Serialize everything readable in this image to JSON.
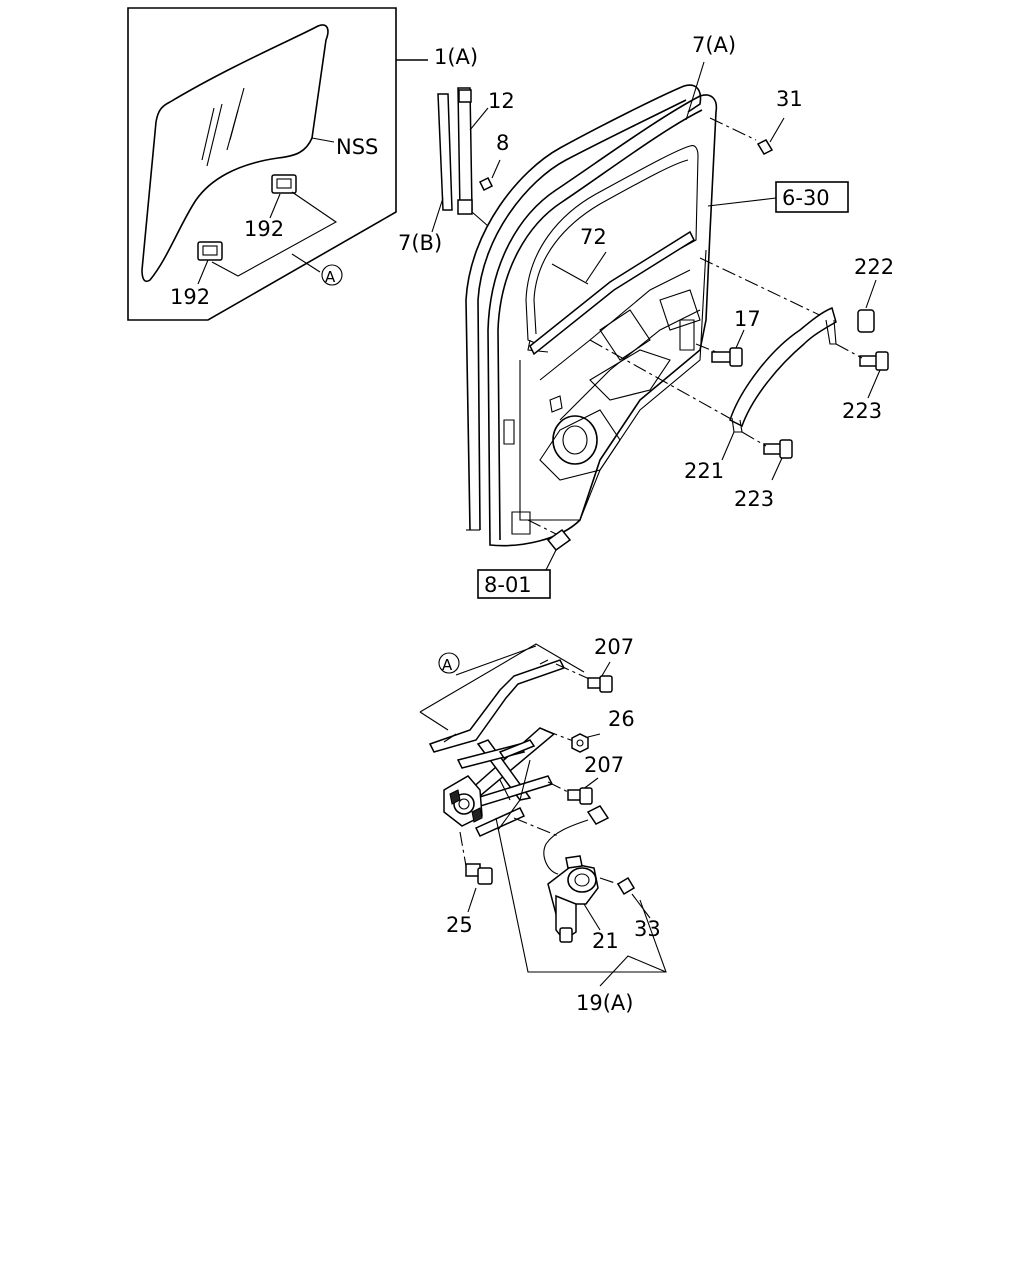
{
  "callouts": {
    "glass_assembly": "1(A)",
    "nss": "NSS",
    "clip_upper": "192",
    "clip_lower": "192",
    "ref_a_top": "A",
    "ref_a_regulator": "A",
    "channel_12": "12",
    "clip_8": "8",
    "run_7b": "7(B)",
    "weatherstrip_7a": "7(A)",
    "screw_31": "31",
    "ref_6_30": "6-30",
    "seal_72": "72",
    "bolt_17": "17",
    "cap_222": "222",
    "bolt_223_right": "223",
    "bolt_223_lower": "223",
    "molding_221": "221",
    "ref_8_01": "8-01",
    "bolt_207_top": "207",
    "nut_26": "26",
    "bolt_207_mid": "207",
    "bolt_25": "25",
    "motor_21": "21",
    "screw_33": "33",
    "regulator_19a": "19(A)"
  }
}
